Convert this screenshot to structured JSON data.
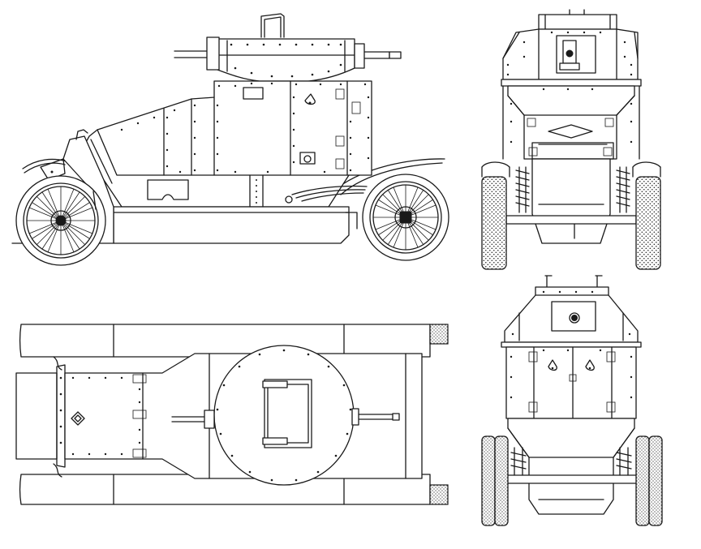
{
  "drawing": {
    "subject": "armored-car",
    "views": [
      {
        "id": "side",
        "label": ""
      },
      {
        "id": "front",
        "label": ""
      },
      {
        "id": "rear",
        "label": ""
      },
      {
        "id": "top",
        "label": ""
      }
    ],
    "colors": {
      "line": "#1a1a1a",
      "background": "#ffffff"
    }
  }
}
